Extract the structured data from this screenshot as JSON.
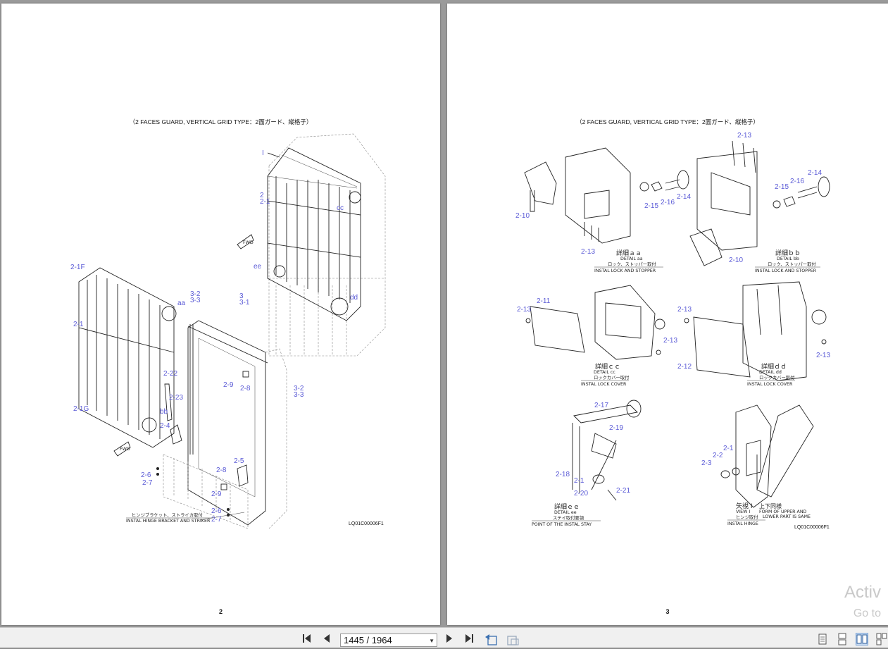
{
  "pages": [
    {
      "title": "（2 FACES GUARD, VERTICAL GRID TYPE：2面ガード、縦格子）",
      "callouts": [
        "2-1F",
        "2-1",
        "2-1G",
        "2",
        "2-1",
        "3-2",
        "3-3",
        "3",
        "3-1",
        "2-22",
        "2-23",
        "2-4",
        "bb",
        "aa",
        "cc",
        "ee",
        "dd",
        "I",
        "2-9",
        "2-8",
        "3-2",
        "3-3",
        "2-6",
        "2-7",
        "2-8",
        "2-9",
        "2-5",
        "2-6",
        "2-7"
      ],
      "caption_jp": "ヒンジブラケット、ストライカ取付",
      "caption_en": "INSTAL HINGE BRACKET AND STRIKER",
      "drawing_code": "LQ01C00006F1",
      "page_number": "2"
    },
    {
      "title": "（2 FACES GUARD, VERTICAL GRID TYPE：2面ガード、縦格子）",
      "callouts": [
        "2-10",
        "2-13",
        "2-15",
        "2-16",
        "2-14",
        "2-13",
        "2-15",
        "2-16",
        "2-14",
        "2-10",
        "2-13",
        "2-11",
        "2-13",
        "2-13",
        "2-12",
        "2-13",
        "2-17",
        "2-19",
        "2-18",
        "2-1",
        "2-20",
        "2-21",
        "2-1",
        "2-2",
        "2-3"
      ],
      "details": [
        {
          "jp": "詳細ａａ",
          "detail": "DETAIL aa",
          "sub": "ロック、ストッパー取付",
          "en": "INSTAL LOCK AND STOPPER"
        },
        {
          "jp": "詳細ｂｂ",
          "detail": "DETAIL bb",
          "sub": "ロック、ストッパー取付",
          "en": "INSTAL LOCK AND STOPPER"
        },
        {
          "jp": "詳細ｃｃ",
          "detail": "DETAIL cc",
          "sub": "ロックカバー取付",
          "en": "INSTAL LOCK COVER"
        },
        {
          "jp": "詳細ｄｄ",
          "detail": "DETAIL dd",
          "sub": "ロックカバー取付",
          "en": "INSTAL LOCK COVER"
        },
        {
          "jp": "詳細ｅｅ",
          "detail": "DETAIL ee",
          "sub": "ステイ取付要領",
          "en": "POINT OF THE INSTAL STAY"
        },
        {
          "jp": "矢視 I",
          "detail": "VIEW I",
          "sub": "ヒンジ取付",
          "en": "INSTAL HINGE"
        }
      ],
      "view_note_jp": "上下同様",
      "view_note_en1": "FORM OF UPPER AND",
      "view_note_en2": "LOWER PART IS SAME",
      "drawing_code": "LQ01C00006F1",
      "page_number": "3"
    }
  ],
  "watermark": {
    "line1": "Activ",
    "line2": "Go to"
  },
  "toolbar": {
    "page_indicator": "1445 / 1964",
    "icons": [
      "first-page-icon",
      "previous-page-icon",
      "next-page-icon",
      "last-page-icon",
      "go-back-icon",
      "go-forward-icon",
      "single-page-view-icon",
      "continuous-view-icon",
      "two-page-view-icon",
      "two-page-continuous-icon"
    ]
  },
  "colors": {
    "callout": "#5a5ad6",
    "background": "#9a9a9a",
    "toolbar": "#f0f0f0"
  }
}
